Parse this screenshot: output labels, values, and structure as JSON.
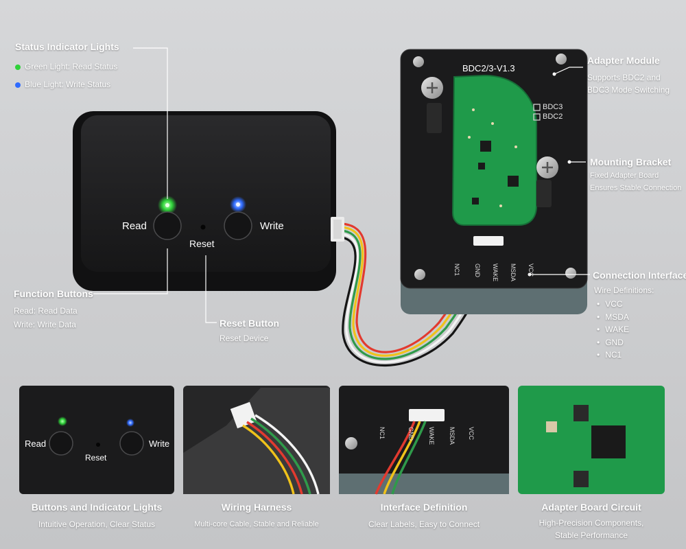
{
  "callouts": {
    "status_lights": {
      "title": "Status Indicator Lights",
      "items": [
        {
          "label": "Green Light: Read Status",
          "color": "#2fd23a"
        },
        {
          "label": "Blue Light: Write Status",
          "color": "#2f6bff"
        }
      ]
    },
    "adapter_module": {
      "title": "Adapter Module",
      "lines": [
        "Supports BDC2 and",
        "BDC3 Mode Switching"
      ]
    },
    "mounting_bracket": {
      "title": "Mounting Bracket",
      "lines": [
        "Fixed Adapter Board",
        "Ensures Stable Connection"
      ]
    },
    "connection_interface": {
      "title": "Connection Interface",
      "subtitle": "Wire Definitions:",
      "wires": [
        "VCC",
        "MSDA",
        "WAKE",
        "GND",
        "NC1"
      ]
    },
    "function_buttons": {
      "title": "Function Buttons",
      "lines": [
        "Read: Read Data",
        "Write:  Write Data"
      ]
    },
    "reset_button": {
      "title": "Reset Button",
      "line": "Reset Device"
    }
  },
  "device": {
    "read_label": "Read",
    "reset_label": "Reset",
    "write_label": "Write"
  },
  "adapter": {
    "version": "BDC2/3-V1.3",
    "mode_a": "BDC3",
    "mode_b": "BDC2",
    "pins": [
      "NC1",
      "GND",
      "WAKE",
      "MSDA",
      "VCC"
    ]
  },
  "panels": [
    {
      "title": "Buttons and Indicator Lights",
      "lines": [
        "Intuitive Operation, Clear Status"
      ],
      "read": "Read",
      "reset": "Reset",
      "write": "Write"
    },
    {
      "title": "Wiring Harness",
      "lines": [
        "Multi-core Cable, Stable and Reliable"
      ]
    },
    {
      "title": "Interface Definition",
      "lines": [
        "Clear Labels, Easy to Connect"
      ],
      "pins": [
        "NC1",
        "GND",
        "WAKE",
        "MSDA",
        "VCC"
      ]
    },
    {
      "title": "Adapter Board Circuit",
      "lines": [
        "High-Precision Components,",
        "Stable Performance"
      ]
    }
  ],
  "colors": {
    "background": "#cfd0d2",
    "device": "#1c1c1e",
    "pcb": "#1f9a4a",
    "led_green": "#2fd23a",
    "led_blue": "#2f6bff"
  }
}
